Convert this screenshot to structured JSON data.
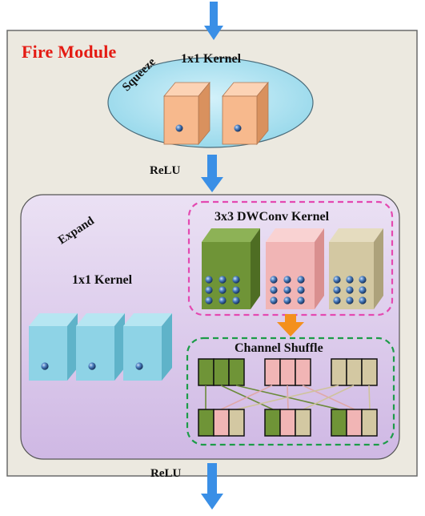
{
  "diagram": {
    "title": "Fire Module",
    "squeeze": {
      "label": "Squeeze",
      "kernel_label": "1x1  Kernel"
    },
    "relu_label_1": "ReLU",
    "expand": {
      "label": "Expand",
      "kernel_label": "1x1  Kernel",
      "dwconv_label": "3x3  DWConv Kernel",
      "shuffle_label": "Channel Shuffle"
    },
    "relu_label_2": "ReLU"
  },
  "colors": {
    "module_bg": "#ece9e0",
    "squeeze_fill": "#a6e2f2",
    "squeeze_box": "#f7b98d",
    "expand_bg": "#ded0ec",
    "expand_box": "#8ed3e6",
    "group_green": "#6f9437",
    "group_pink": "#f1b5b5",
    "group_tan": "#d3c8a2",
    "arrow_blue": "#3a8fe6",
    "arrow_orange": "#f3901e",
    "dash_magenta": "#e449b1",
    "dash_green": "#1c9c48",
    "title_red": "#e41b13"
  }
}
